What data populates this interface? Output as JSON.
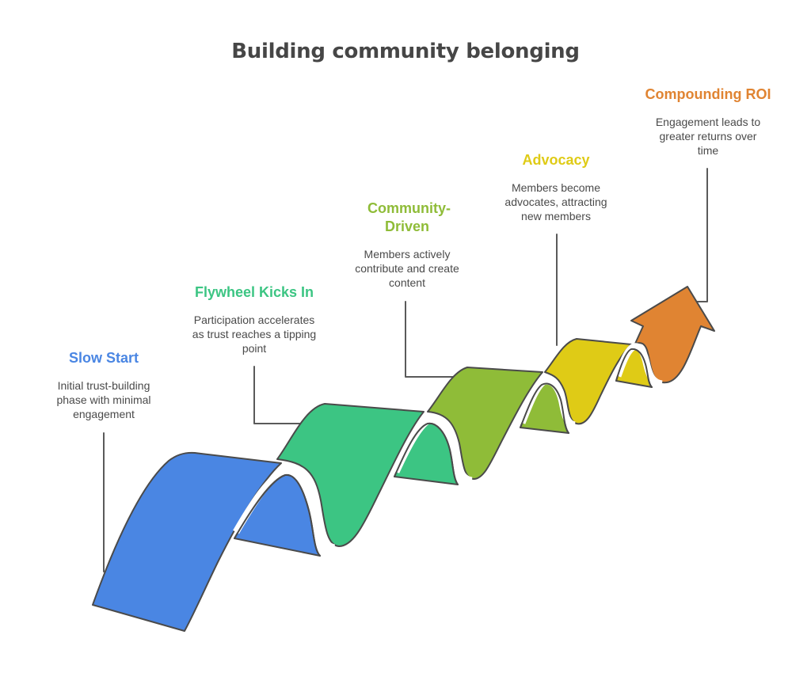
{
  "title": "Building community belonging",
  "stages": [
    {
      "title": "Slow Start",
      "description": "Initial trust-building phase with minimal engagement",
      "color": "#4A86E3"
    },
    {
      "title": "Flywheel Kicks In",
      "description": "Participation accelerates as trust reaches a tipping point",
      "color": "#3CC583"
    },
    {
      "title": "Community-Driven",
      "description": "Members actively contribute and create content",
      "color": "#8FBC38"
    },
    {
      "title": "Advocacy",
      "description": "Members become advocates, attracting new members",
      "color": "#DFCB16"
    },
    {
      "title": "Compounding ROI",
      "description": "Engagement leads to greater returns over time",
      "color": "#E08432"
    }
  ],
  "outline_color": "#4a4a4a",
  "connector_color": "#5a5a5a"
}
